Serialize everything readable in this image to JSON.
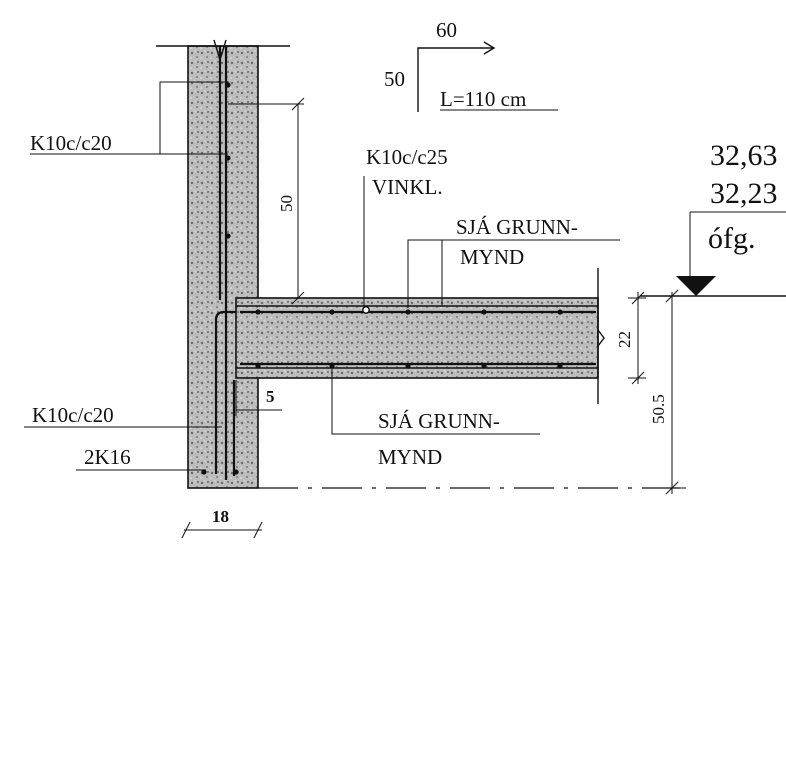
{
  "labels": {
    "bar_shape_top": "60",
    "bar_shape_side": "50",
    "bar_length": "L=110 cm",
    "wall_rebar_upper": "K10c/c20",
    "corner_rebar": "K10c/c25",
    "corner_rebar_type": "VINKL.",
    "slab_top_note_1": "SJÁ GRUNN-",
    "slab_top_note_2": "MYND",
    "wall_rebar_lower": "K10c/c20",
    "bottom_bars": "2K16",
    "slab_bottom_note_1": "SJÁ GRUNN-",
    "slab_bottom_note_2": "MYND",
    "level_1": "32,63",
    "level_2": "32,23",
    "level_abbrev": "ófg."
  },
  "dimensions": {
    "vertical_bar_length": "50",
    "slab_thickness": "22",
    "total_height": "50.5",
    "cover": "5",
    "wall_thickness": "18"
  }
}
